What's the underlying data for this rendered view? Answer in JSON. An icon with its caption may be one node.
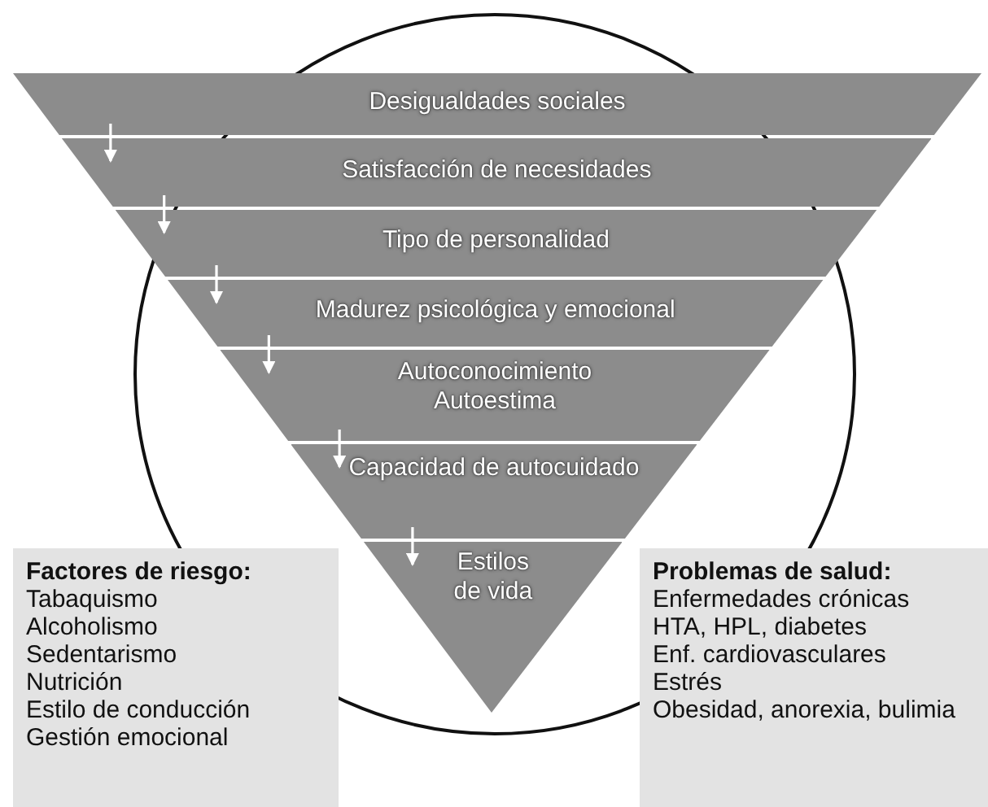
{
  "diagram": {
    "nodes": [
      {
        "text": [
          "Desigualdades sociales"
        ]
      },
      {
        "text": [
          "Satisfacción de necesidades"
        ]
      },
      {
        "text": [
          "Tipo de personalidad"
        ]
      },
      {
        "text": [
          "Madurez psicológica y emocional"
        ]
      },
      {
        "text": [
          "Autoconocimiento",
          "Autoestima"
        ]
      },
      {
        "text": [
          "Capacidad de autocuidado"
        ]
      },
      {
        "text": [
          "Estilos de vida"
        ]
      },
      {
        "text": [
          "Factores de riesgo:",
          "Tabaquismo",
          "Alcoholismo",
          "Sedentarismo",
          "Nutrición",
          "Estilo de conducción",
          "Gestión emocional"
        ]
      },
      {
        "text": [
          "Problemas de salud:",
          "Enfermedades crónicas",
          "HTA, HPL, diabetes",
          "Enf. cardiovasculares",
          "Estrés",
          "Obesidad, anorexia, bulimia"
        ]
      }
    ],
    "edges": [
      {
        "from": 0,
        "to": 1,
        "arrow": "to"
      },
      {
        "from": 1,
        "to": 2,
        "arrow": "to"
      },
      {
        "from": 2,
        "to": 3,
        "arrow": "to"
      },
      {
        "from": 3,
        "to": 4,
        "arrow": "to"
      },
      {
        "from": 4,
        "to": 5,
        "arrow": "to"
      },
      {
        "from": 5,
        "to": 6,
        "arrow": "to"
      }
    ]
  }
}
